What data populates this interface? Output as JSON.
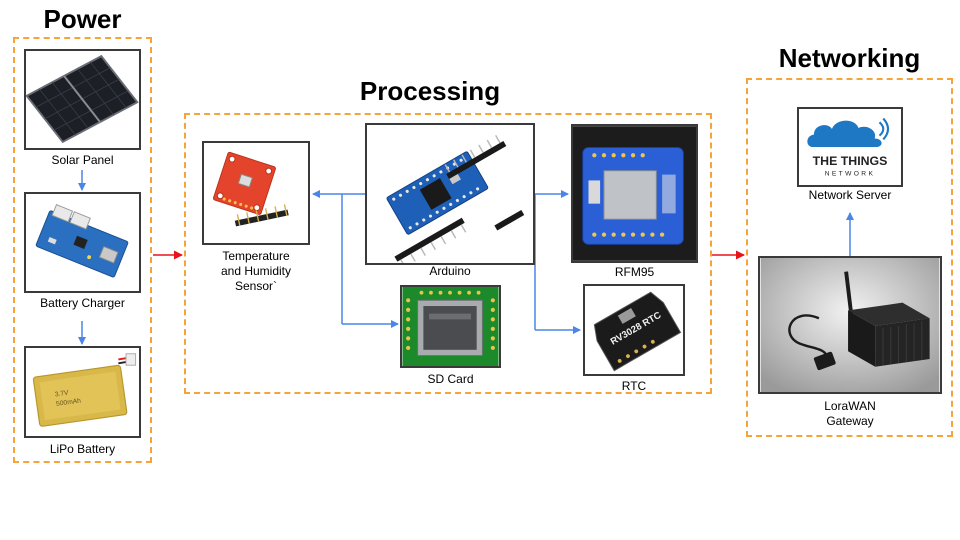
{
  "groups": {
    "power": {
      "title": "Power"
    },
    "processing": {
      "title": "Processing"
    },
    "networking": {
      "title": "Networking"
    }
  },
  "components": {
    "solar_panel": {
      "label": "Solar Panel"
    },
    "battery_charger": {
      "label": "Battery Charger"
    },
    "lipo_battery": {
      "label": "LiPo Battery",
      "printed_text": [
        "3.7V",
        "500mAh"
      ]
    },
    "temp_sensor": {
      "label_lines": [
        "Temperature",
        "and Humidity",
        "Sensor`"
      ]
    },
    "arduino": {
      "label": "Arduino"
    },
    "rfm95": {
      "label": "RFM95"
    },
    "sd_card": {
      "label": "SD Card"
    },
    "rtc": {
      "label": "RTC",
      "printed_text": "RV3028 RTC"
    },
    "network_server": {
      "label": "Network Server",
      "logo_line1": "THE THINGS",
      "logo_line2": "NETWORK"
    },
    "lorawan_gateway": {
      "label_lines": [
        "LoraWAN",
        "Gateway"
      ]
    }
  },
  "colors": {
    "group_border": "#f6a43a",
    "arrow_blue": "#4a86e8",
    "arrow_red": "#e8141c",
    "component_border": "#3a3a3a"
  }
}
